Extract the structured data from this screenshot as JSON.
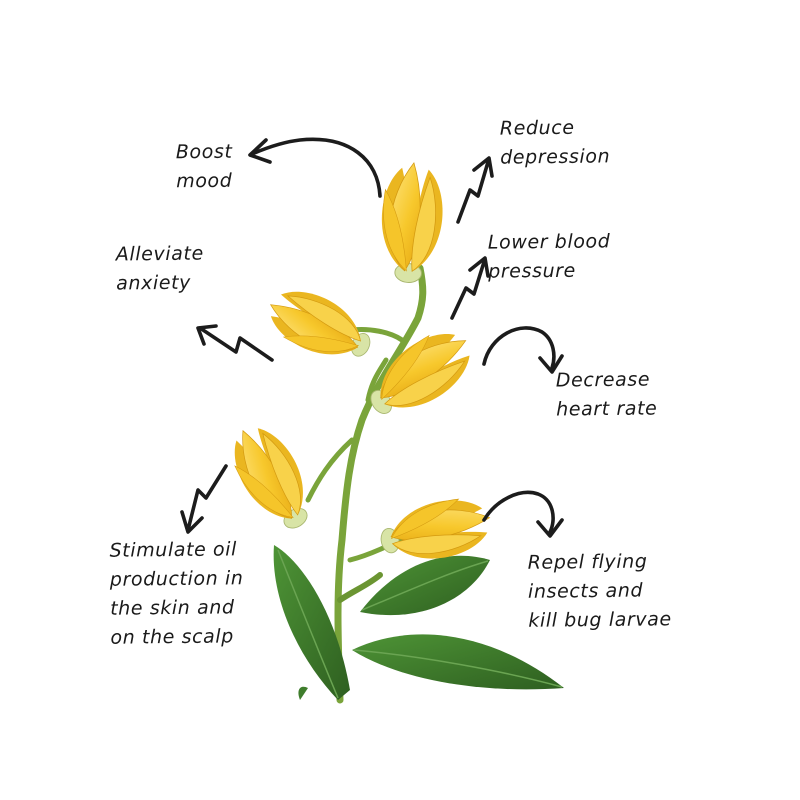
{
  "benefits": {
    "boost_mood": [
      "Boost",
      "mood"
    ],
    "reduce_depression": [
      "Reduce",
      "depression"
    ],
    "alleviate_anxiety": [
      "Alleviate",
      "anxiety"
    ],
    "lower_blood_pressure": [
      "Lower blood",
      "pressure"
    ],
    "decrease_heart_rate": [
      "Decrease",
      "heart rate"
    ],
    "stimulate_oil": [
      "Stimulate oil",
      "production in",
      "the skin and",
      "on the scalp"
    ],
    "repel_insects": [
      "Repel flying",
      "insects and",
      "kill bug larvae"
    ]
  },
  "colors": {
    "petal": "#f7c82c",
    "petal_dark": "#e7a914",
    "petal_light": "#fde27a",
    "stem": "#7aa43a",
    "leaf": "#3f7d2c",
    "leaf_dark": "#2e5f20",
    "ink": "#1c1c1c"
  }
}
